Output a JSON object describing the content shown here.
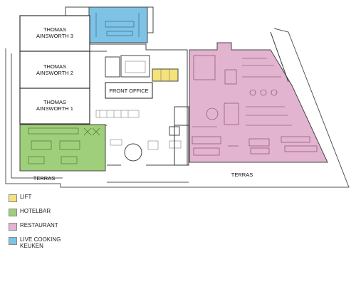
{
  "rooms": {
    "thomas3": [
      "THOMAS",
      "AINSWORTH 3"
    ],
    "thomas2": [
      "THOMAS",
      "AINSWORTH 2"
    ],
    "thomas1": [
      "THOMAS",
      "AINSWORTH 1"
    ],
    "front_office": "FRONT OFFICE",
    "terras_left": "TERRAS",
    "terras_right": "TERRAS"
  },
  "colors": {
    "lift": "#f5e27a",
    "hotelbar": "#9fcf7a",
    "restaurant": "#e3b4cf",
    "live_cooking": "#7ec3e6",
    "wall": "#333333"
  },
  "legend": [
    {
      "label": "LIFT",
      "color": "#f5e27a"
    },
    {
      "label": "HOTELBAR",
      "color": "#9fcf7a"
    },
    {
      "label": "RESTAURANT",
      "color": "#e3b4cf"
    },
    {
      "label": "LIVE COOKING\nKEUKEN",
      "color": "#7ec3e6"
    }
  ]
}
